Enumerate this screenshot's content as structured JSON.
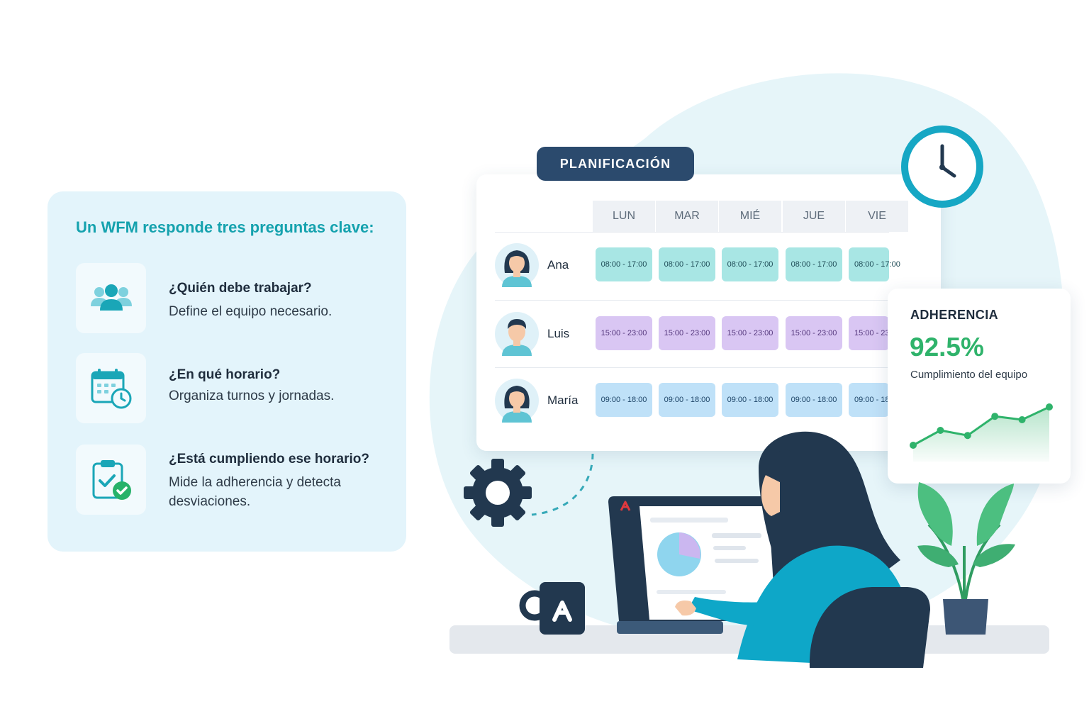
{
  "info": {
    "title": "Un WFM responde tres preguntas clave:",
    "questions": [
      {
        "icon": "people-group-icon",
        "title": "¿Quién debe trabajar?",
        "desc_lines": [
          "Define el equipo necesario."
        ]
      },
      {
        "icon": "calendar-clock-icon",
        "title": "¿En qué horario?",
        "desc_lines": [
          "Organiza turnos y jornadas."
        ]
      },
      {
        "icon": "clipboard-check-icon",
        "title": "¿Está cumpliendo ese horario?",
        "desc_lines": [
          "Mide la adherencia y detecta",
          "desviaciones."
        ]
      }
    ]
  },
  "schedule": {
    "badge": "PLANIFICACIÓN",
    "days": [
      "LUN",
      "MAR",
      "MIÉ",
      "JUE",
      "VIE"
    ],
    "rows": [
      {
        "name": "Ana",
        "shifts": [
          "08:00 - 17:00",
          "08:00 - 17:00",
          "08:00 - 17:00",
          "08:00 - 17:00",
          "08:00 - 17:00"
        ],
        "shift_color": "#a8e6e4",
        "text_color": "#1d4a55"
      },
      {
        "name": "Luis",
        "shifts": [
          "15:00 - 23:00",
          "15:00 - 23:00",
          "15:00 - 23:00",
          "15:00 - 23:00",
          "15:00 - 23:00"
        ],
        "shift_color": "#d9c6f3",
        "text_color": "#55387d"
      },
      {
        "name": "María",
        "shifts": [
          "09:00 - 18:00",
          "09:00 - 18:00",
          "09:00 - 18:00",
          "09:00 - 18:00",
          "09:00 - 18:00"
        ],
        "shift_color": "#bfe1f8",
        "text_color": "#1e4568"
      }
    ]
  },
  "adherence": {
    "title": "ADHERENCIA",
    "value": "92.5%",
    "subtitle": "Cumplimiento del equipo",
    "trend": [
      0.1,
      0.45,
      0.33,
      0.78,
      0.7,
      1.0
    ],
    "color": "#2fb36b"
  },
  "colors": {
    "teal": "#15a2ae",
    "navy": "#2b4a6d",
    "card_bg": "#e3f4fb",
    "blob": "#e6f5f9"
  }
}
